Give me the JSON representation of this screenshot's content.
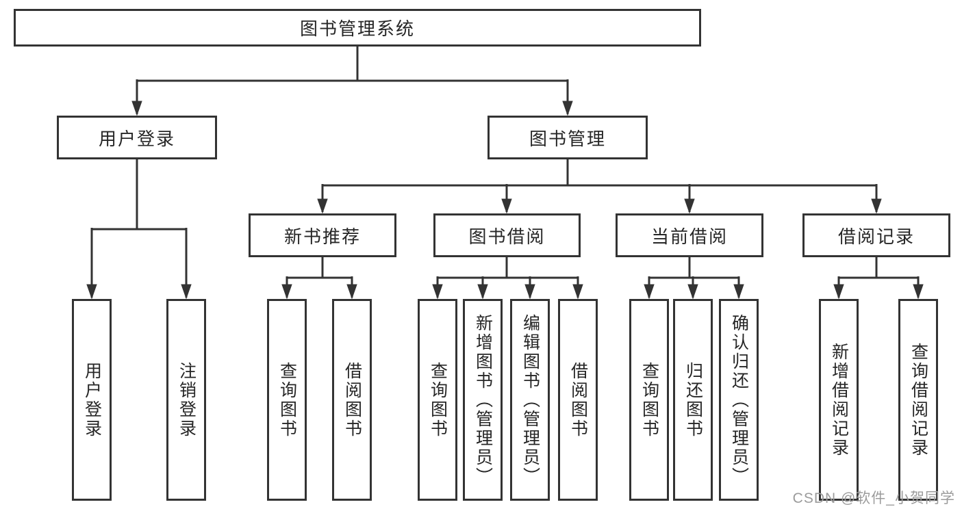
{
  "colors": {
    "line": "#333333",
    "text": "#262626",
    "watermark": "#9b9b9b",
    "background": "#ffffff"
  },
  "watermark": "CSDN @软件_小贺同学",
  "tree": {
    "label": "图书管理系统",
    "children": [
      {
        "label": "用户登录",
        "children": [
          {
            "label": "用户登录"
          },
          {
            "label": "注销登录"
          }
        ]
      },
      {
        "label": "图书管理",
        "children": [
          {
            "label": "新书推荐",
            "children": [
              {
                "label": "查询图书"
              },
              {
                "label": "借阅图书"
              }
            ]
          },
          {
            "label": "图书借阅",
            "children": [
              {
                "label": "查询图书"
              },
              {
                "label": "新增图书（管理员）"
              },
              {
                "label": "编辑图书（管理员）"
              },
              {
                "label": "借阅图书"
              }
            ]
          },
          {
            "label": "当前借阅",
            "children": [
              {
                "label": "查询图书"
              },
              {
                "label": "归还图书"
              },
              {
                "label": "确认归还（管理员）"
              }
            ]
          },
          {
            "label": "借阅记录",
            "children": [
              {
                "label": "新增借阅记录"
              },
              {
                "label": "查询借阅记录"
              }
            ]
          }
        ]
      }
    ]
  }
}
